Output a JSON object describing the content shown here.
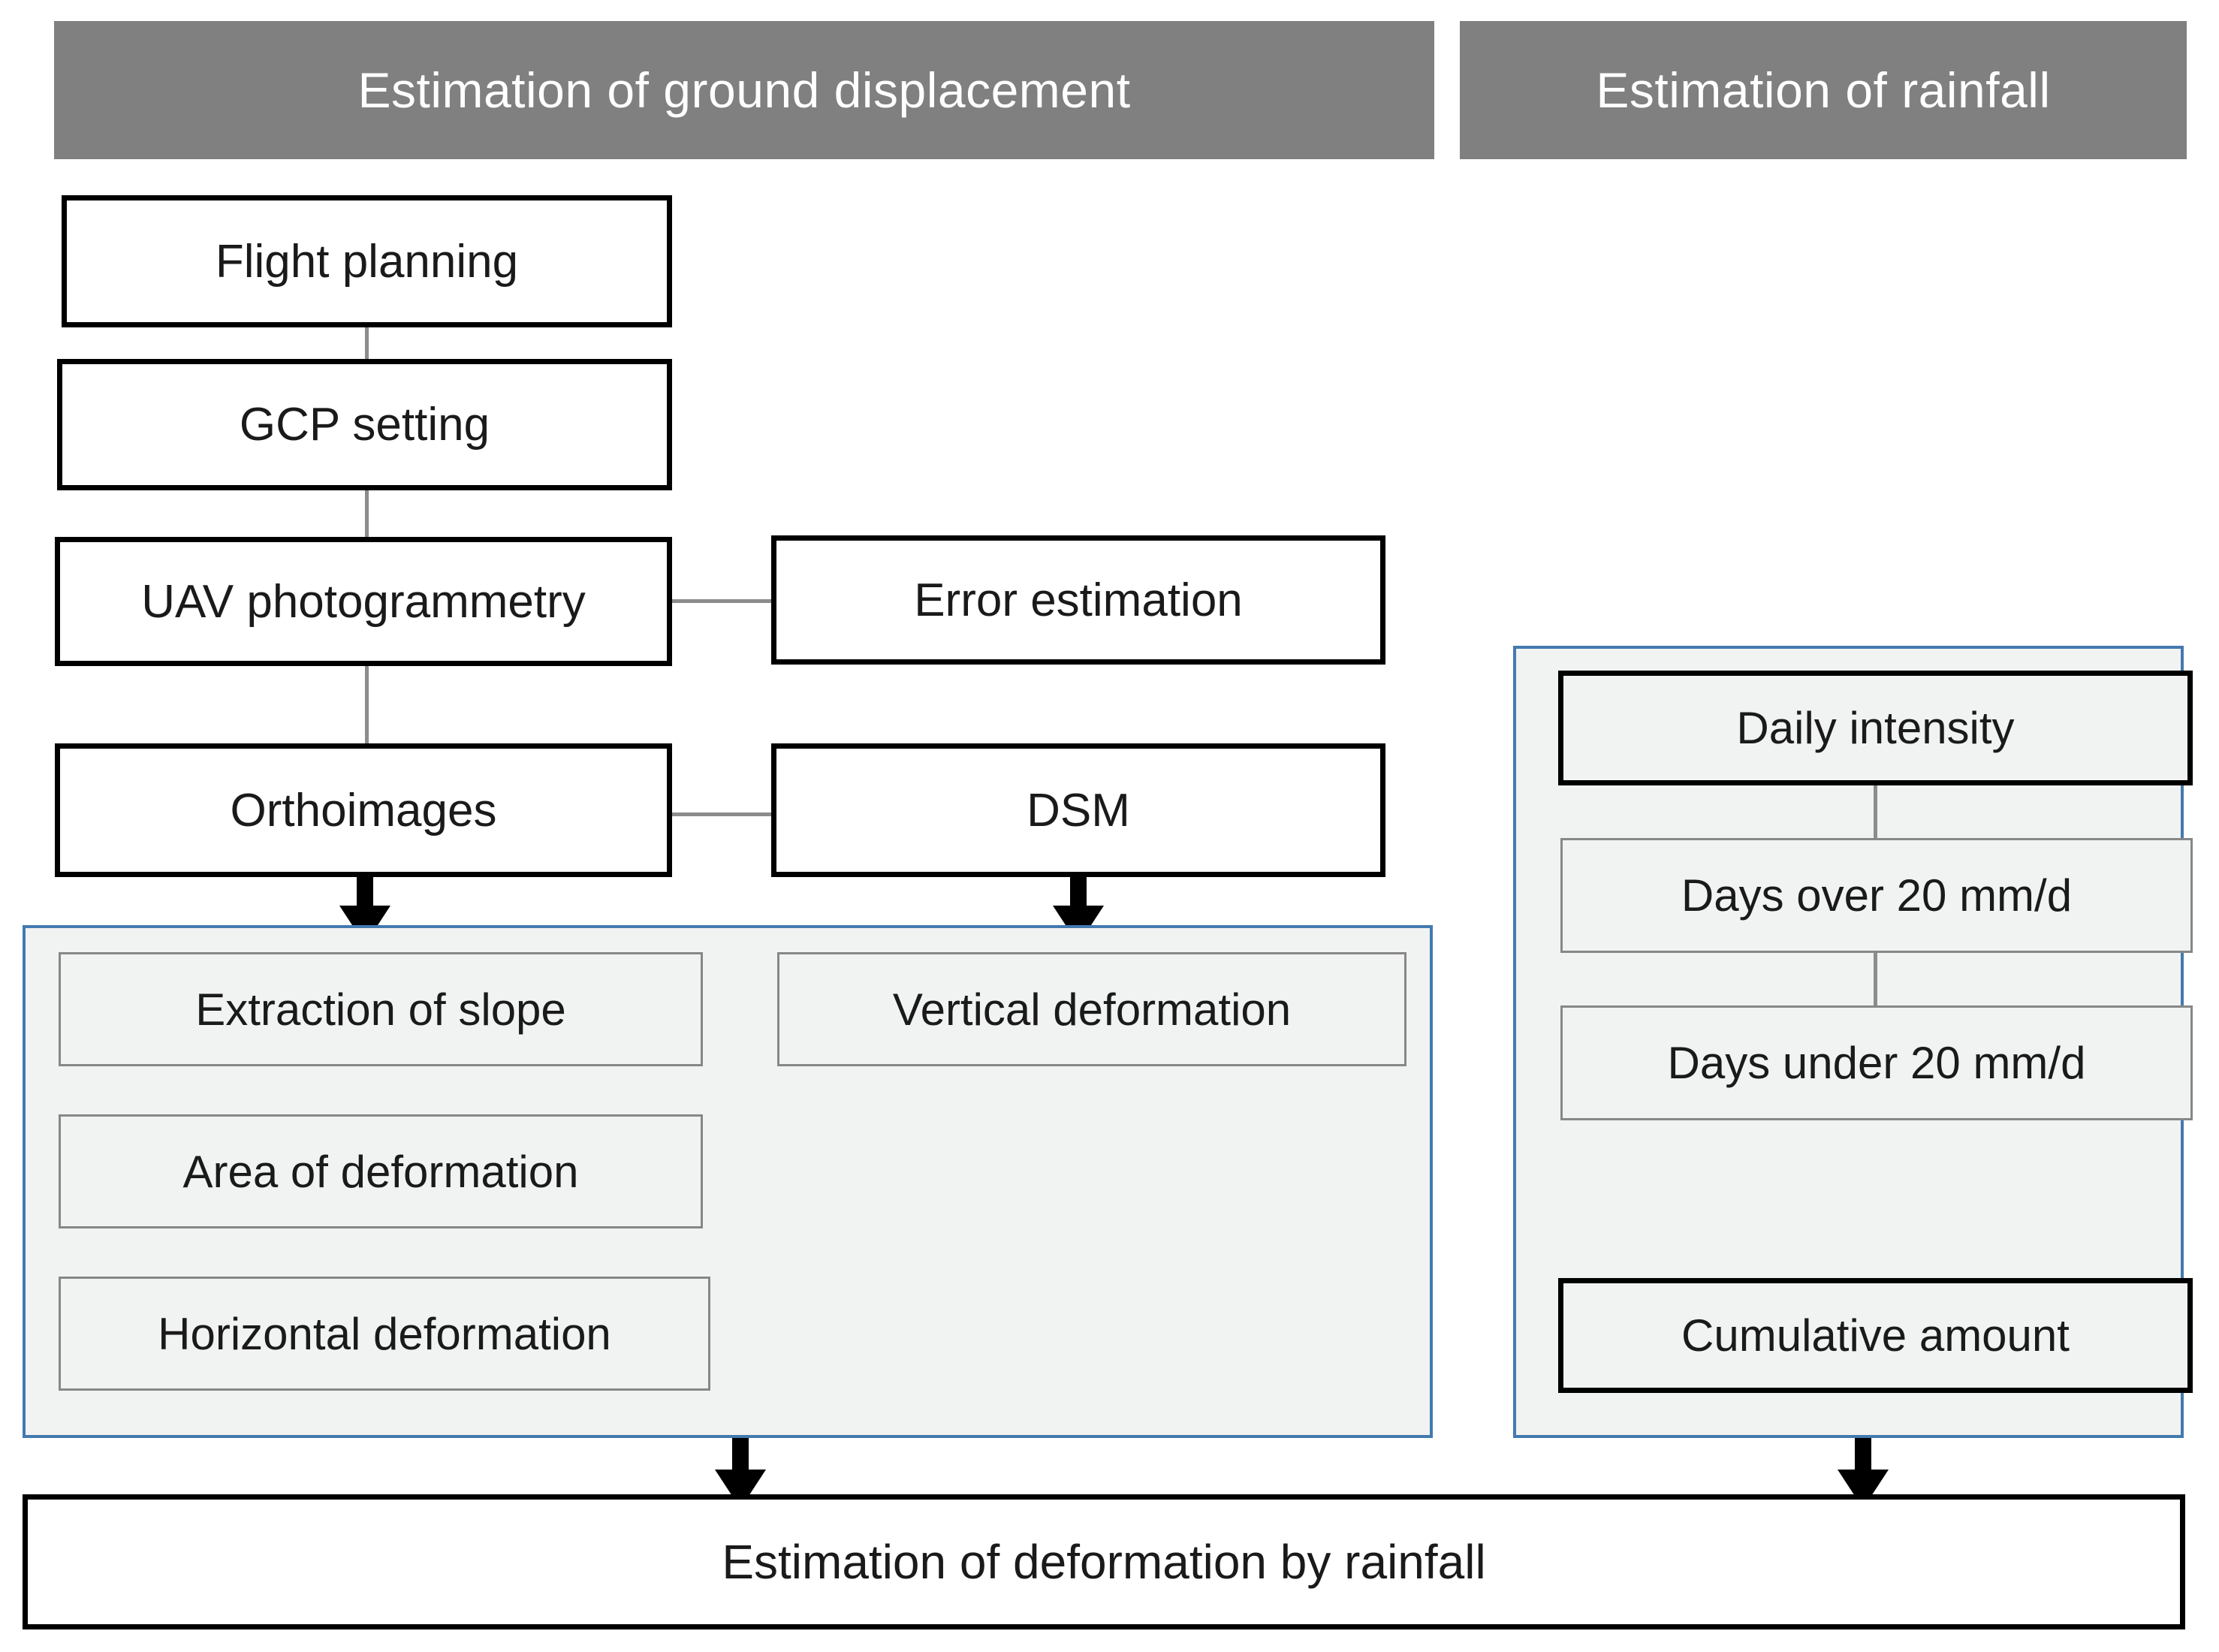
{
  "headers": {
    "ground": "Estimation of ground displacement",
    "rainfall": "Estimation of rainfall"
  },
  "ground_displacement": {
    "flight_planning": "Flight planning",
    "gcp_setting": "GCP setting",
    "uav_photogrammetry": "UAV photogrammetry",
    "error_estimation": "Error estimation",
    "orthoimages": "Orthoimages",
    "dsm": "DSM",
    "results": {
      "extraction_of_slope": "Extraction of slope",
      "area_of_deformation": "Area of deformation",
      "horizontal_deformation": "Horizontal deformation",
      "vertical_deformation": "Vertical deformation"
    }
  },
  "rainfall": {
    "daily_intensity": "Daily intensity",
    "days_over": "Days over 20 mm/d",
    "days_under": "Days under 20 mm/d",
    "cumulative_amount": "Cumulative amount"
  },
  "output": {
    "final": "Estimation of deformation by rainfall"
  },
  "colors": {
    "banner_bg": "#808080",
    "banner_text": "#ffffff",
    "panel_border": "#437ab0",
    "panel_fill": "#f1f3f2",
    "box_border": "#000000",
    "subbox_border": "#878787",
    "connector": "#8c8c8c"
  }
}
